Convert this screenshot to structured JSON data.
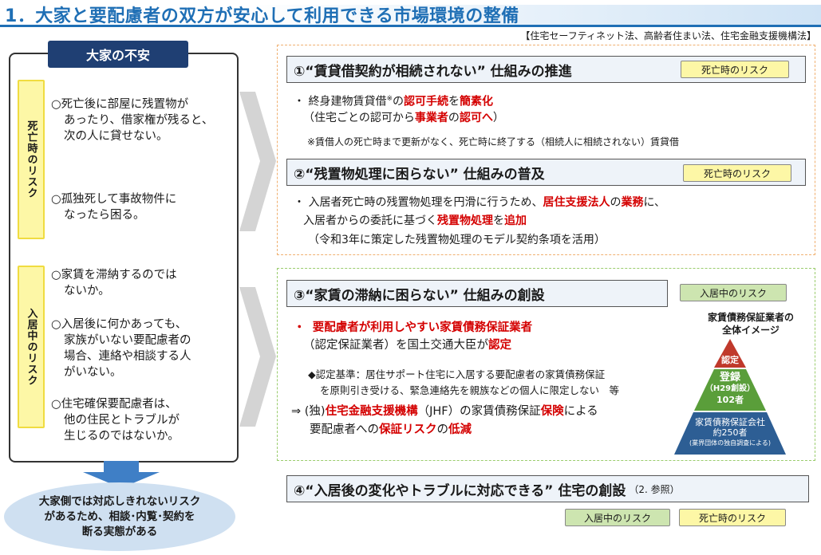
{
  "title": "1．大家と要配慮者の双方が安心して利用できる市場環境の整備",
  "law_ref": "【住宅セーフティネット法、高齢者住まい法、住宅金融支援機構法】",
  "left": {
    "header": "大家の不安",
    "risk_death_label": "死亡時のリスク",
    "risk_living_label": "入居中のリスク",
    "death_items": [
      [
        "○死亡後に部屋に残置物が",
        "あったり、借家権が残ると、",
        "次の人に貸せない。"
      ],
      [
        "○孤独死して事故物件に",
        "なったら困る。"
      ]
    ],
    "living_items": [
      [
        "○家賃を滞納するのでは",
        "ないか。"
      ],
      [
        "○入居後に何かあっても、",
        "家族がいない要配慮者の",
        "場合、連絡や相談する人",
        "がいない。"
      ],
      [
        "○住宅確保要配慮者は、",
        "他の住民とトラブルが",
        "生じるのではないか。"
      ]
    ],
    "bottom_lines": [
      "大家側では対応しきれないリスク",
      "があるため、相談･内覧･契約を",
      "断る実態がある"
    ]
  },
  "s1": {
    "heading": "①“賃貸借契約が相続されない” 仕組みの推進",
    "badge": "死亡時のリスク",
    "l1_a": "・ 終身建物賃貸借",
    "l1_sup": "※",
    "l1_b": "の",
    "l1_r1": "認可手続",
    "l1_c": "を",
    "l1_r2": "簡素化",
    "l2_a": "（住宅ごとの認可から",
    "l2_r1": "事業者",
    "l2_b": "の",
    "l2_r2": "認可へ",
    "l2_c": "）",
    "note": "※賃借人の死亡時まで更新がなく、死亡時に終了する（相続人に相続されない）賃貸借"
  },
  "s2": {
    "heading": "②“残置物処理に困らない” 仕組みの普及",
    "badge": "死亡時のリスク",
    "l1_a": "・ 入居者死亡時の残置物処理を円滑に行うため、",
    "l1_r1": "居住支援法人",
    "l1_b": "の",
    "l1_r2": "業務",
    "l1_c": "に、",
    "l2_a": "入居者からの委託に基づく",
    "l2_r1": "残置物処理",
    "l2_b": "を",
    "l2_r2": "追加",
    "l3": "（令和3年に策定した残置物処理のモデル契約条項を活用）"
  },
  "s3": {
    "heading": "③“家賃の滞納に困らない” 仕組みの創設",
    "badge": "入居中のリスク",
    "l1_bullet": "・",
    "l1_r": "要配慮者が利用しやすい家賃債務保証業者",
    "l2_a": "（認定保証業者）を国土交通大臣が",
    "l2_r": "認定",
    "c1": "◆認定基準：居住サポート住宅に入居する要配慮者の家賃債務保証",
    "c2": "を原則引き受ける、緊急連絡先を親族などの個人に限定しない　等",
    "j1_a": "⇒ (独)",
    "j1_r1": "住宅金融支援機構",
    "j1_b": "（JHF）の家賃債務保証",
    "j1_r2": "保険",
    "j1_c": "による",
    "j2_a": "要配慮者への",
    "j2_r1": "保証リスク",
    "j2_b": "の",
    "j2_r2": "低減",
    "pyramid": {
      "caption1": "家賃債務保証業者の",
      "caption2": "全体イメージ",
      "top": "認定",
      "mid1": "登録",
      "mid2": "（H29創設）",
      "mid3": "102者",
      "base1": "家賃債務保証会社",
      "base2": "約250者",
      "base3": "(業界団体の独自調査による)"
    }
  },
  "s4": {
    "heading": "④“入居後の変化やトラブルに対応できる” 住宅の創設",
    "ref": "（2. 参照）",
    "badge_living": "入居中のリスク",
    "badge_death": "死亡時のリスク"
  },
  "colors": {
    "title_blue": "#1f6fb5",
    "header_navy": "#1f3f73",
    "emphasis_red": "#d40000",
    "risk_yellow": "#fdf7a6",
    "risk_green": "#cde5b0",
    "pyramid_top": "#c0392b",
    "pyramid_mid": "#5a9e3a",
    "pyramid_base": "#2d5e94"
  }
}
